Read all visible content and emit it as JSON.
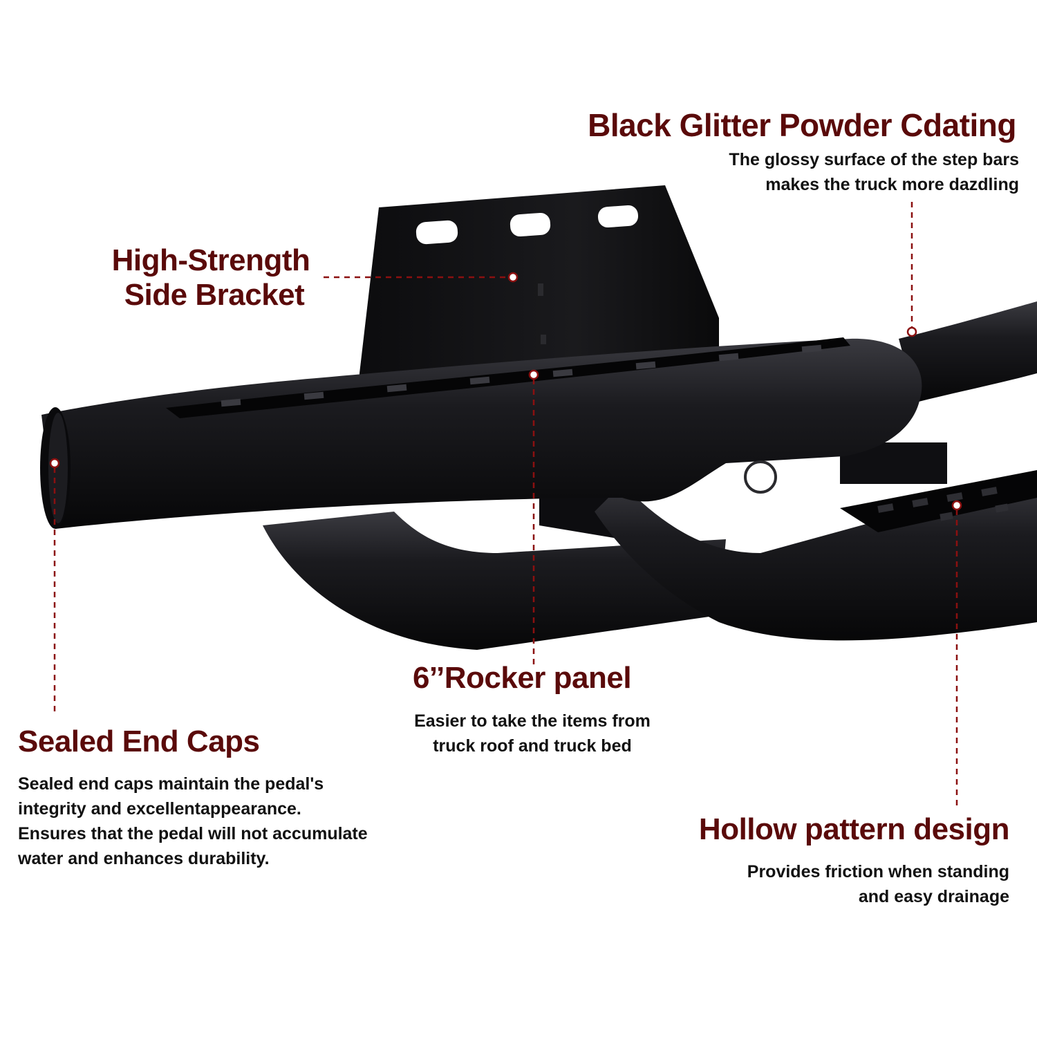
{
  "callouts": {
    "coating": {
      "title": "Black Glitter Powder Cdating",
      "desc": "The glossy surface of the step bars\nmakes the truck more dazdling"
    },
    "bracket": {
      "title_line1": "High-Strength",
      "title_line2": "Side Bracket"
    },
    "rocker": {
      "title": "6’’Rocker panel",
      "desc": "Easier to take the items from\ntruck roof and truck bed"
    },
    "endcaps": {
      "title": "Sealed End Caps",
      "desc": "Sealed end caps maintain the pedal's\nintegrity and excellentappearance.\nEnsures that the pedal will not accumulate\nwater and enhances durability."
    },
    "hollow": {
      "title": "Hollow pattern design",
      "desc": "Provides friction when standing\nand easy drainage"
    }
  },
  "colors": {
    "heading": "#5a0a0a",
    "leader_line": "#8b1010",
    "product": "#141416"
  }
}
